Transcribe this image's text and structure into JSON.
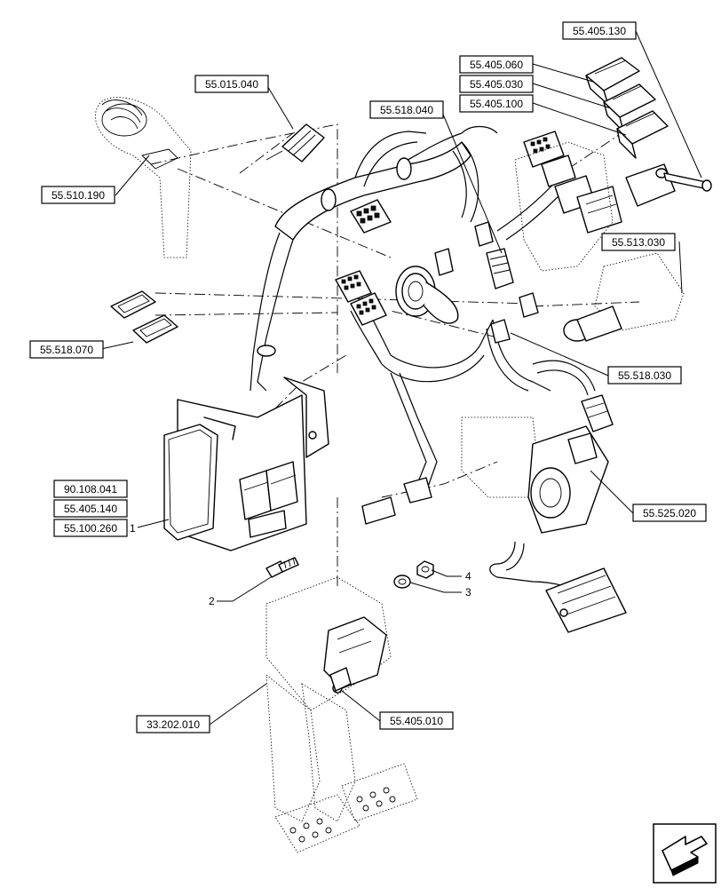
{
  "callouts": [
    {
      "id": "c1",
      "label": "55.405.130"
    },
    {
      "id": "c2",
      "label": "55.405.060"
    },
    {
      "id": "c3",
      "label": "55.405.030"
    },
    {
      "id": "c4",
      "label": "55.405.100"
    },
    {
      "id": "c5",
      "label": "55.015.040"
    },
    {
      "id": "c6",
      "label": "55.518.040"
    },
    {
      "id": "c7",
      "label": "55.510.190"
    },
    {
      "id": "c8",
      "label": "55.513.030"
    },
    {
      "id": "c9",
      "label": "55.518.070"
    },
    {
      "id": "c10",
      "label": "55.518.030"
    },
    {
      "id": "c11",
      "label": "90.108.041"
    },
    {
      "id": "c12",
      "label": "55.405.140"
    },
    {
      "id": "c13",
      "label": "55.100.260"
    },
    {
      "id": "c14",
      "label": "55.525.020"
    },
    {
      "id": "c15",
      "label": "33.202.010"
    },
    {
      "id": "c16",
      "label": "55.405.010"
    }
  ],
  "item_numbers": {
    "n1": "1",
    "n2": "2",
    "n3": "3",
    "n4": "4"
  },
  "nav_icon": "next-page-arrow-icon"
}
